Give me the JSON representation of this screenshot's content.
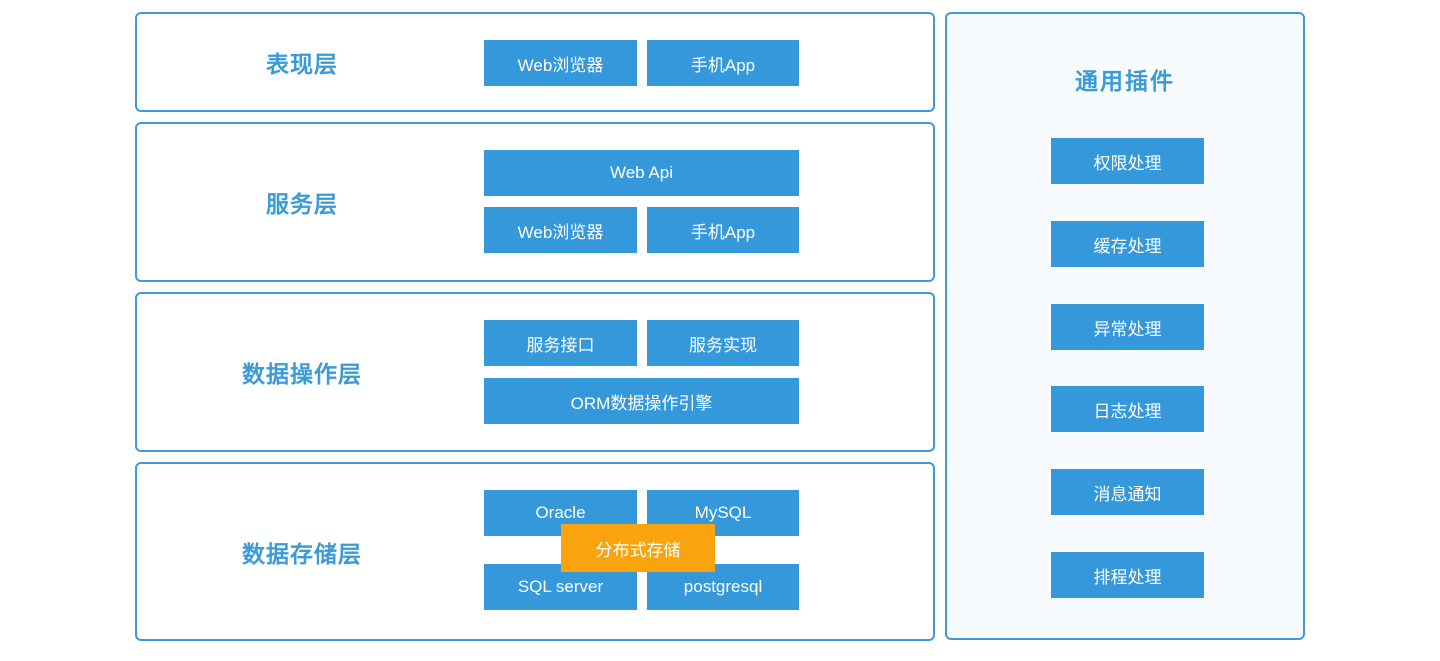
{
  "colors": {
    "button_blue": "#3498db",
    "border_blue": "#4099db",
    "label_blue": "#3b9bd8",
    "overlay_orange": "#f9a40e",
    "panel_background": "#f7fbfe",
    "page_background": "#ffffff",
    "button_text": "#ffffff"
  },
  "layers": [
    {
      "label": "表现层",
      "buttons": [
        {
          "label": "Web浏览器"
        },
        {
          "label": "手机App"
        }
      ]
    },
    {
      "label": "服务层",
      "buttons": [
        {
          "label": "Web Api"
        },
        {
          "label": "Web浏览器"
        },
        {
          "label": "手机App"
        }
      ]
    },
    {
      "label": "数据操作层",
      "buttons": [
        {
          "label": "服务接口"
        },
        {
          "label": "服务实现"
        },
        {
          "label": "ORM数据操作引擎"
        }
      ]
    },
    {
      "label": "数据存储层",
      "buttons": [
        {
          "label": "Oracle"
        },
        {
          "label": "MySQL"
        },
        {
          "label": "SQL server"
        },
        {
          "label": "postgresql"
        }
      ],
      "overlay_label": "分布式存储"
    }
  ],
  "plugins": {
    "title": "通用插件",
    "items": [
      {
        "label": "权限处理"
      },
      {
        "label": "缓存处理"
      },
      {
        "label": "异常处理"
      },
      {
        "label": "日志处理"
      },
      {
        "label": "消息通知"
      },
      {
        "label": "排程处理"
      }
    ]
  }
}
